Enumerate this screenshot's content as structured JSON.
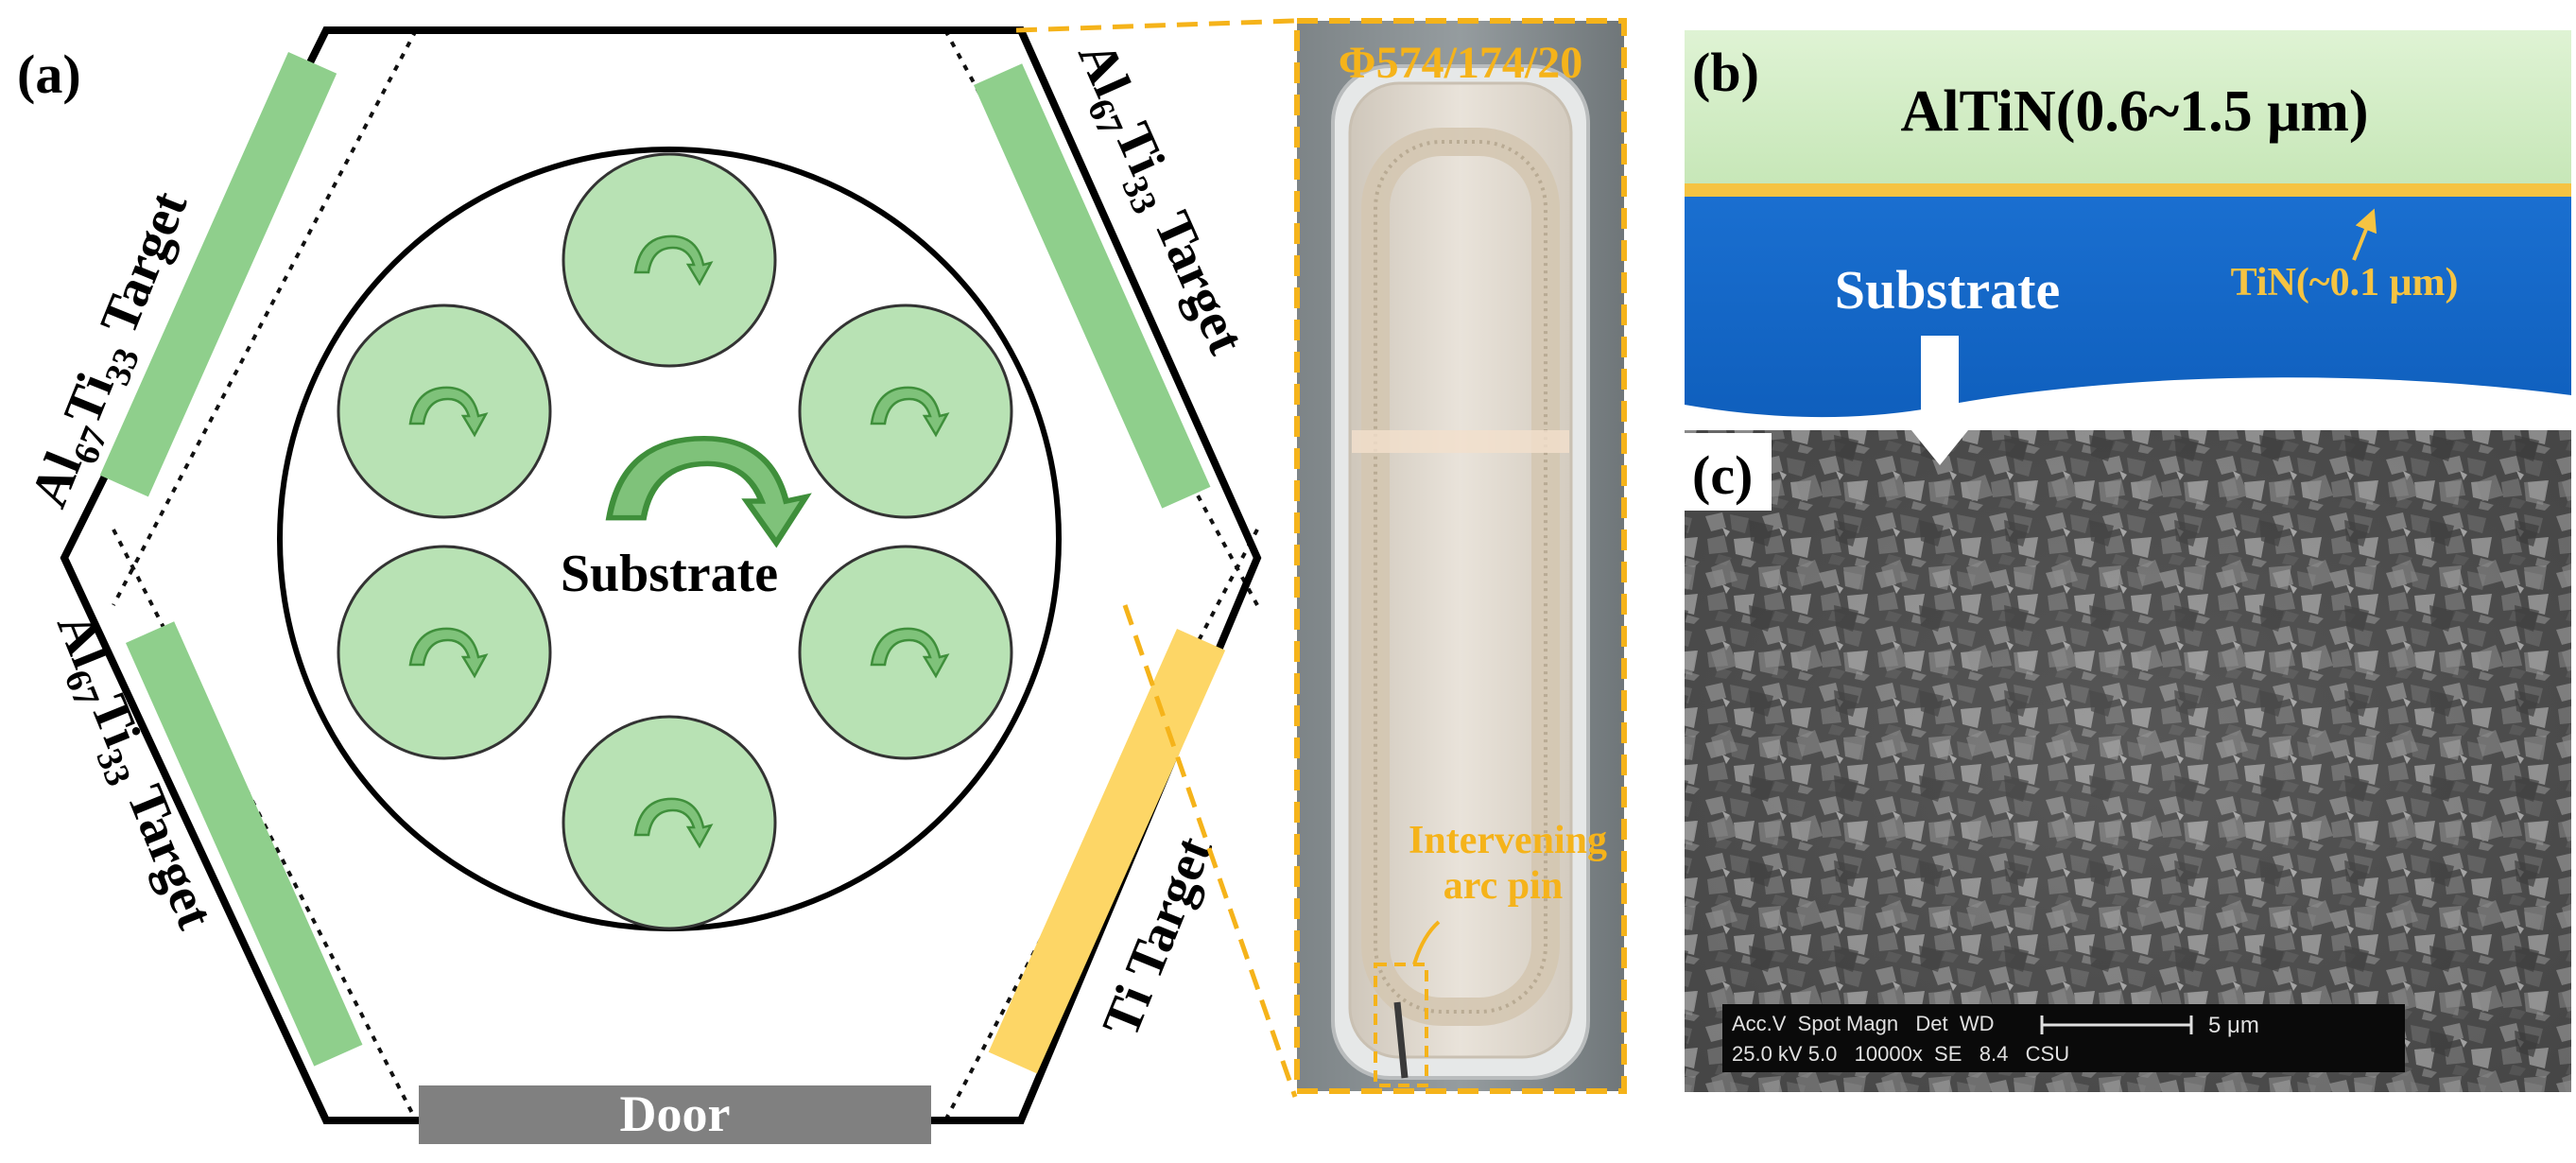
{
  "panel_a": {
    "label": "(a)",
    "targets": {
      "upper_left": {
        "el": "Al",
        "s1": "67",
        "el2": "Ti",
        "s2": "33",
        "word": " Target"
      },
      "lower_left": {
        "el": "Al",
        "s1": "67",
        "el2": "Ti",
        "s2": "33",
        "word": " Target"
      },
      "upper_right": {
        "el": "Al",
        "s1": "67",
        "el2": "Ti",
        "s2": "33",
        "word": " Target"
      },
      "lower_right": {
        "text": "Ti Target"
      }
    },
    "substrate_label": "Substrate",
    "door_label": "Door",
    "colors": {
      "al_ti_target": "#8fcf8c",
      "ti_target": "#fdd666",
      "holder_fill": "#b8e2b4",
      "door": "#808080"
    }
  },
  "photo": {
    "title": "Φ574/174/20",
    "annotation_line1": "Intervening",
    "annotation_line2": "arc pin",
    "colors": {
      "frame": "#f5b31a",
      "annotation": "#f5b31a"
    }
  },
  "panel_b": {
    "label": "(b)",
    "coating_label": "AlTiN(0.6~1.5 μm)",
    "interlayer_label": "TiN(~0.1 μm)",
    "substrate_label": "Substrate",
    "colors": {
      "coating": "#d6eec9",
      "interlayer": "#f5c342",
      "substrate": "#1168c9"
    }
  },
  "panel_c": {
    "label": "(c)",
    "sem_header": "Acc.V  Spot Magn   Det  WD",
    "sem_values": "25.0 kV 5.0   10000x  SE   8.4   CSU",
    "scale_label": "5 μm"
  }
}
